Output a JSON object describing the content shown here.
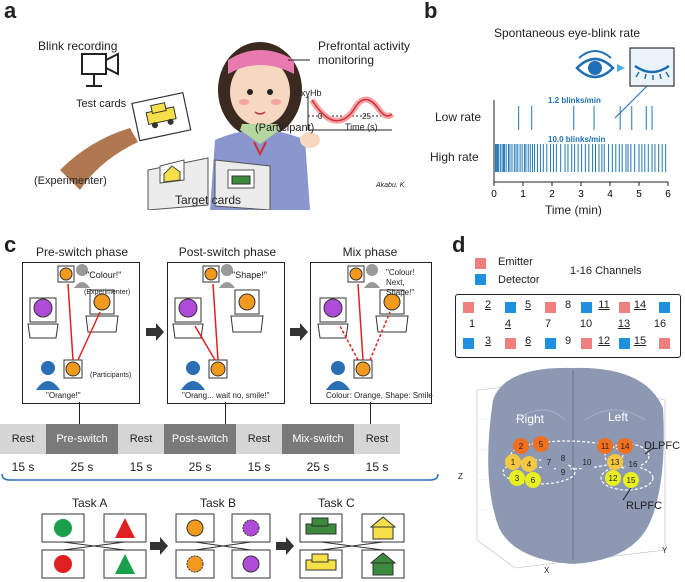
{
  "panels": {
    "a": "a",
    "b": "b",
    "c": "c",
    "d": "d"
  },
  "panel_a": {
    "blink_recording": "Blink recording",
    "prefrontal": "Prefrontal activity\nmonitoring",
    "test_cards": "Test cards",
    "participant": "(Participant)",
    "experimenter": "(Experimenter)",
    "target_cards": "Target cards",
    "oxyhb": "OxyHb",
    "time_axis": "Time (s)",
    "tick0": "0",
    "tick25": "25",
    "signature": "Akabu. K"
  },
  "panel_b": {
    "title": "Spontaneous eye-blink rate",
    "low_rate": "Low rate",
    "high_rate": "High rate",
    "low_annot": "1.2 blinks/min",
    "high_annot": "10.0 blinks/min",
    "xlabel": "Time (min)",
    "xticks": [
      "0",
      "1",
      "2",
      "3",
      "4",
      "5",
      "6"
    ],
    "low_blinks_min": [
      0.85,
      1.3,
      2.75,
      3.45,
      4.35,
      4.75,
      5.25,
      5.45
    ],
    "high_blinks_min": [
      0.05,
      0.09,
      0.12,
      0.16,
      0.22,
      0.28,
      0.33,
      0.36,
      0.42,
      0.5,
      0.55,
      0.62,
      0.7,
      0.76,
      0.82,
      0.9,
      0.97,
      1.05,
      1.1,
      1.18,
      1.25,
      1.33,
      1.4,
      1.5,
      1.6,
      1.7,
      1.82,
      1.95,
      2.05,
      2.15,
      2.3,
      2.45,
      2.55,
      2.68,
      2.78,
      2.9,
      3.02,
      3.15,
      3.27,
      3.4,
      3.5,
      3.62,
      3.72,
      3.8,
      3.95,
      4.08,
      4.2,
      4.32,
      4.42,
      4.55,
      4.62,
      4.72,
      4.85,
      5.0,
      5.1,
      5.2,
      5.32,
      5.45,
      5.55,
      5.68,
      5.8,
      5.92
    ],
    "colors": {
      "blink": "#1f77b4",
      "eye": "#1e6fb5"
    }
  },
  "panel_c": {
    "phases": [
      {
        "title": "Pre-switch phase",
        "speech_top": "\"Colour!\"",
        "role_top": "(Experimenter)",
        "role_bottom": "(Participants)",
        "speech_bottom": "\"Orange!\""
      },
      {
        "title": "Post-switch phase",
        "speech_top": "\"Shape!\"",
        "speech_bottom": "\"Orang... wait no, smile!\""
      },
      {
        "title": "Mix phase",
        "speech_top": "\"Colour!\nNext,\nShape!\"",
        "speech_bottom": "Colour: Orange, Shape: Smile"
      }
    ],
    "timeline": [
      {
        "label": "Rest",
        "dur": "15 s",
        "type": "rest"
      },
      {
        "label": "Pre-switch",
        "dur": "25 s",
        "type": "active"
      },
      {
        "label": "Rest",
        "dur": "15 s",
        "type": "rest"
      },
      {
        "label": "Post-switch",
        "dur": "25 s",
        "type": "active"
      },
      {
        "label": "Rest",
        "dur": "15 s",
        "type": "rest"
      },
      {
        "label": "Mix-switch",
        "dur": "25 s",
        "type": "active"
      },
      {
        "label": "Rest",
        "dur": "15 s",
        "type": "rest"
      }
    ],
    "tasks": [
      "Task A",
      "Task B",
      "Task C"
    ]
  },
  "panel_d": {
    "emitter": "Emitter",
    "detector": "Detector",
    "channels": "1-16 Channels",
    "table_row1": [
      "2",
      "5",
      "8",
      "11",
      "14"
    ],
    "table_row2": [
      "1",
      "4",
      "7",
      "10",
      "13",
      "16"
    ],
    "table_row3": [
      "3",
      "6",
      "9",
      "12",
      "15"
    ],
    "right": "Right",
    "left": "Left",
    "dlpfc": "DLPFC",
    "rlpfc": "RLPFC",
    "axis_z": "Z",
    "axis_x": "X",
    "axis_y": "Y",
    "brain_channels": [
      "2",
      "5",
      "1",
      "4",
      "7",
      "3",
      "6",
      "9",
      "8",
      "10",
      "11",
      "14",
      "13",
      "16",
      "12",
      "15"
    ],
    "colors": {
      "emitter": "#f08080",
      "detector": "#1f8fe0",
      "brain": "#8d98b3"
    }
  }
}
